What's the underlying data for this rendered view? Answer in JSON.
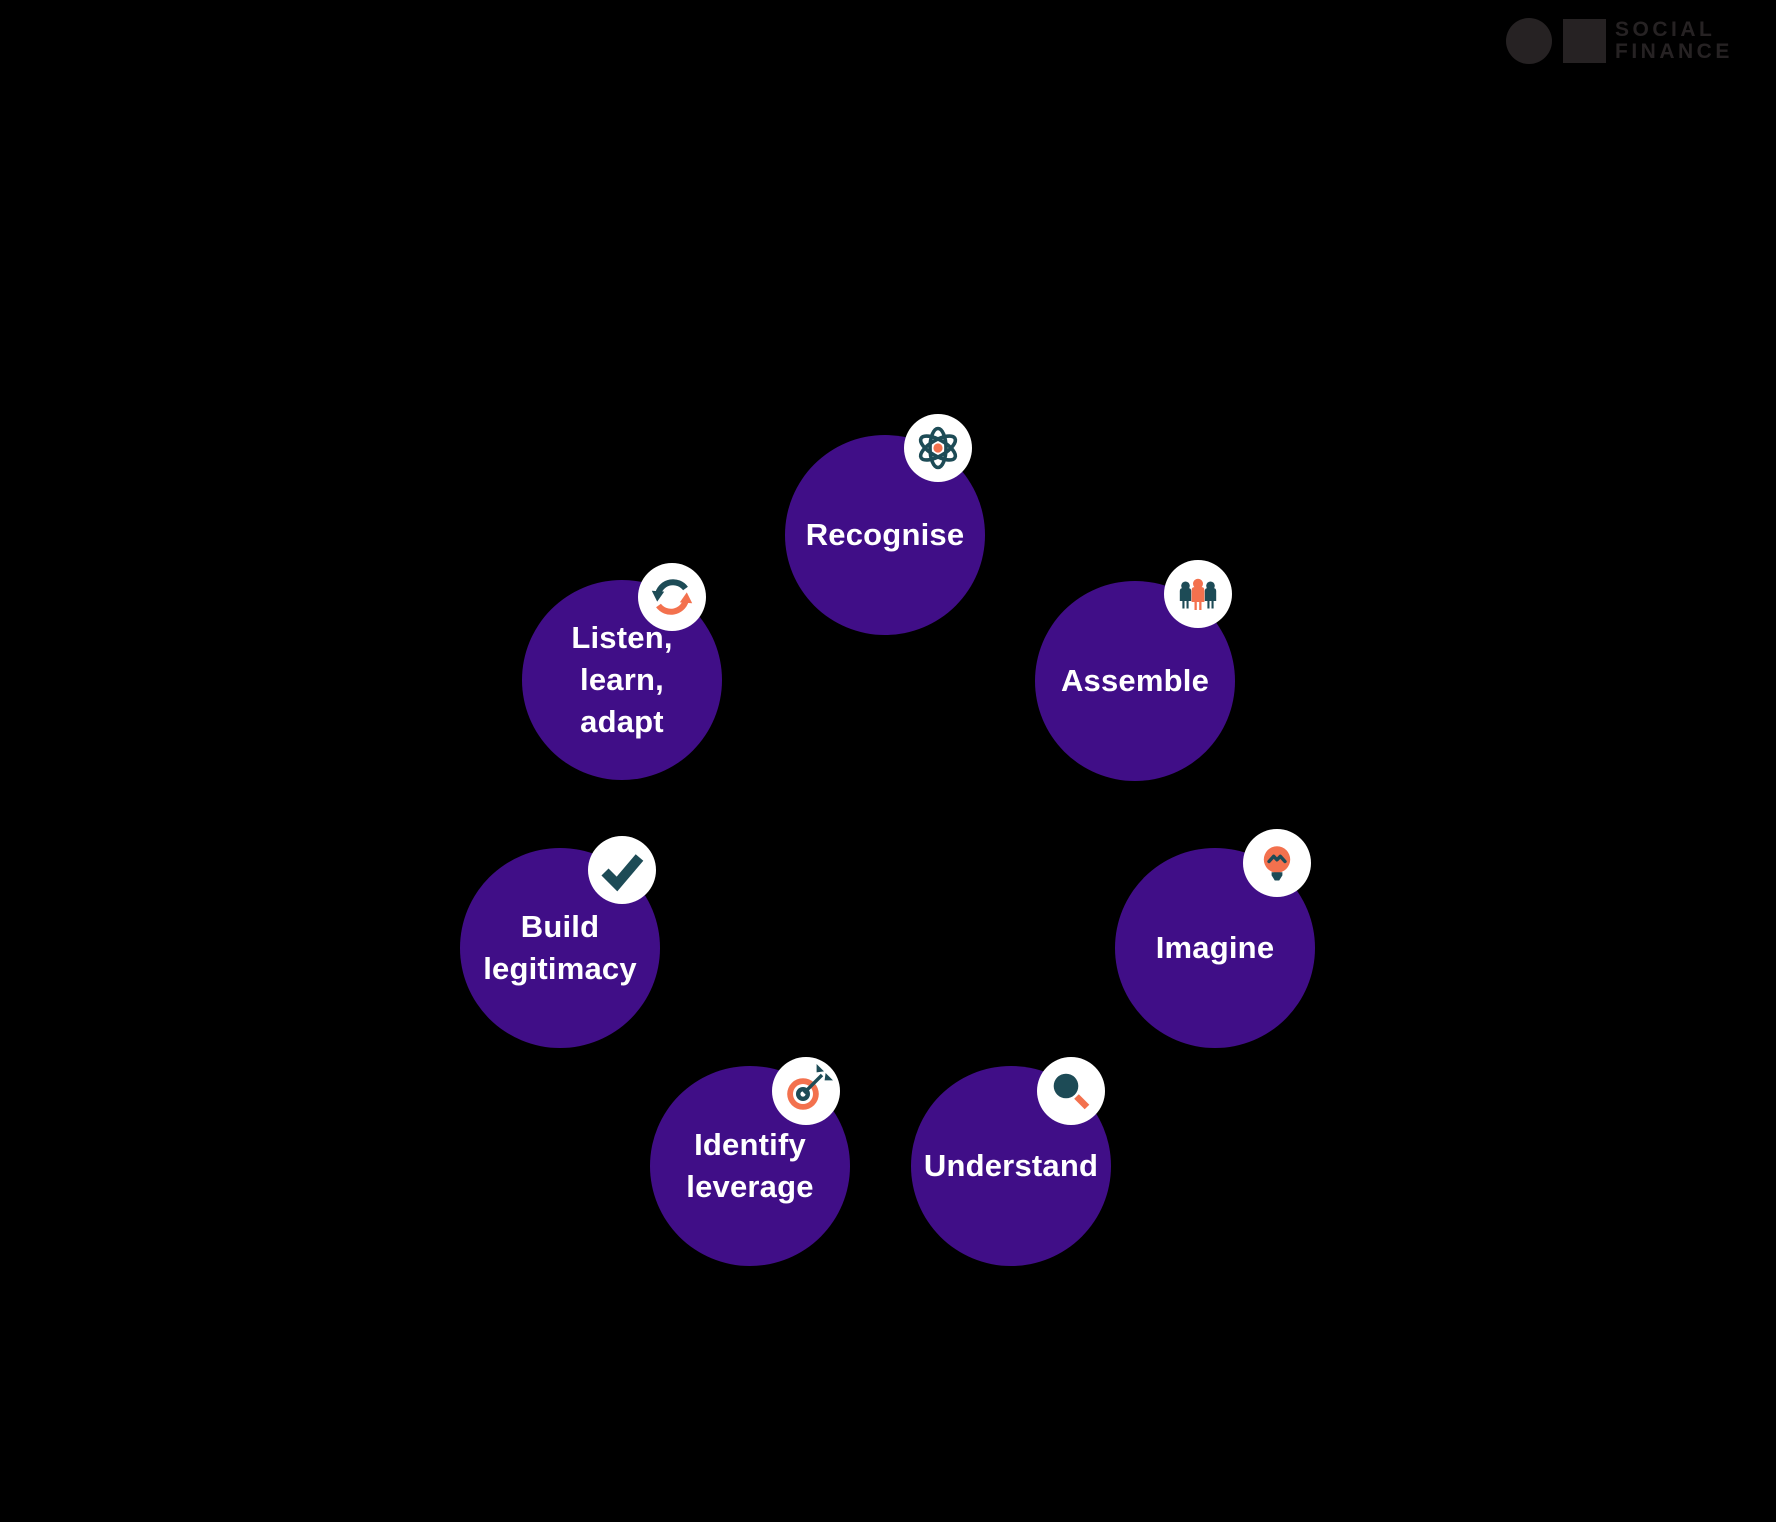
{
  "logo": {
    "name": "Social Finance logo",
    "line1": "SOCIAL",
    "line2": "FINANCE"
  },
  "colors": {
    "bg": "#000000",
    "purple": "#400e87",
    "teal": "#1d4b56",
    "orange": "#f3714e",
    "badge": "#ffffff",
    "text": "#ffffff",
    "logo": "#262223"
  },
  "diagram": {
    "type": "cycle",
    "steps": [
      {
        "label": "Recognise",
        "icon": "atom-icon"
      },
      {
        "label": "Assemble",
        "icon": "people-icon"
      },
      {
        "label": "Imagine",
        "icon": "lightbulb-icon"
      },
      {
        "label": "Understand",
        "icon": "magnifier-icon"
      },
      {
        "label": "Identify\nleverage",
        "icon": "dartboard-icon"
      },
      {
        "label": "Build\nlegitimacy",
        "icon": "checkmark-icon"
      },
      {
        "label": "Listen,\nlearn,\nadapt",
        "icon": "refresh-icon"
      }
    ]
  }
}
